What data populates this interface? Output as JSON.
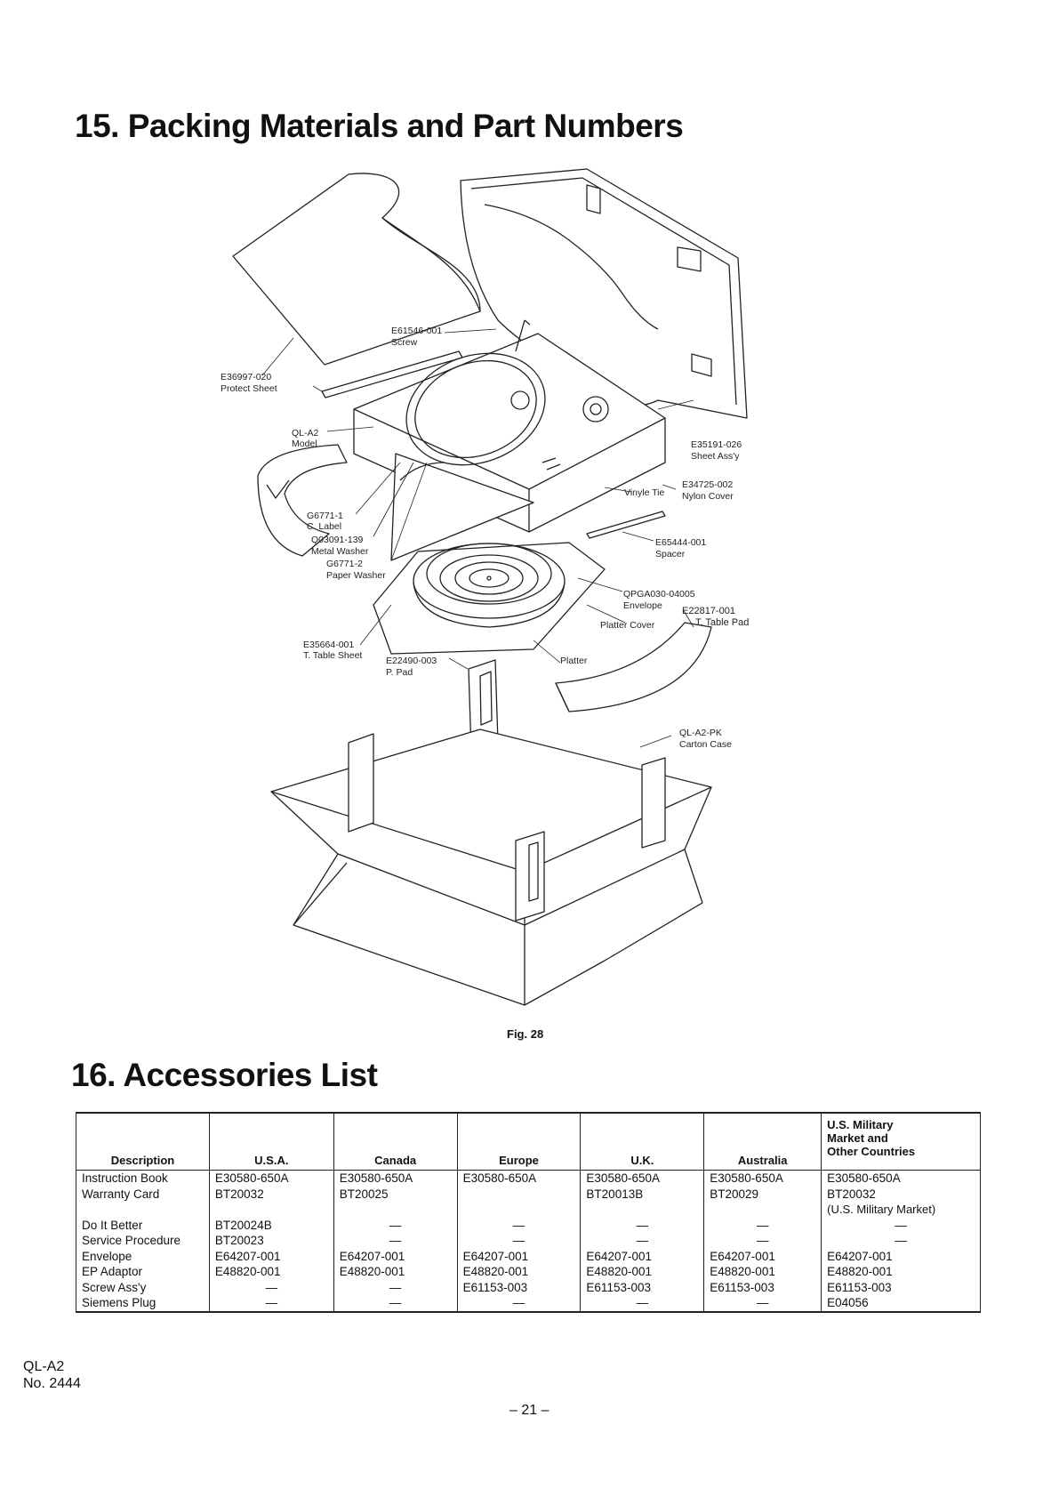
{
  "section15": {
    "title": "15. Packing Materials and Part Numbers"
  },
  "figure": {
    "caption": "Fig. 28",
    "labels": {
      "screw_part": "E61546-001",
      "screw_name": "Screw",
      "protect_part": "E36997-020",
      "protect_name": "Protect Sheet",
      "model_part": "QL-A2",
      "model_name": "Model",
      "sheet_part": "E35191-026",
      "sheet_name": "Sheet Ass'y",
      "vinyle_tie": "Vinyle Tie",
      "nylon_part": "E34725-002",
      "nylon_name": "Nylon Cover",
      "clabel_part": "G6771-1",
      "clabel_name": "C. Label",
      "mwasher_part": "Q03091-139",
      "mwasher_name": "Metal Washer",
      "pwasher_part": "G6771-2",
      "pwasher_name": "Paper Washer",
      "spacer_part": "E65444-001",
      "spacer_name": "Spacer",
      "envelope_part": "QPGA030-04005",
      "envelope_name": "Envelope",
      "ttpad_part": "E22817-001",
      "ttpad_name": "T. Table Pad",
      "platter_cover": "Platter Cover",
      "ttsheet_part": "E35664-001",
      "ttsheet_name": "T. Table Sheet",
      "ppad_part": "E22490-003",
      "ppad_name": "P. Pad",
      "platter": "Platter",
      "carton_part": "QL-A2-PK",
      "carton_name": "Carton Case"
    }
  },
  "section16": {
    "title": "16. Accessories List"
  },
  "table": {
    "headers": {
      "description": "Description",
      "usa": "U.S.A.",
      "canada": "Canada",
      "europe": "Europe",
      "uk": "U.K.",
      "australia": "Australia",
      "military_1": "U.S. Military",
      "military_2": "Market and",
      "military_3": "Other Countries"
    },
    "rows": [
      {
        "desc": "Instruction Book",
        "usa": "E30580-650A",
        "canada": "E30580-650A",
        "europe": "E30580-650A",
        "uk": "E30580-650A",
        "australia": "E30580-650A",
        "military": "E30580-650A",
        "military_note": ""
      },
      {
        "desc": "Warranty Card",
        "usa": "BT20032",
        "canada": "BT20025",
        "europe": "",
        "uk": "BT20013B",
        "australia": "BT20029",
        "military": "BT20032",
        "military_note": "(U.S. Military Market)"
      },
      {
        "desc": "Do It Better",
        "usa": "BT20024B",
        "canada": "—",
        "europe": "—",
        "uk": "—",
        "australia": "—",
        "military": "—",
        "military_note": ""
      },
      {
        "desc": "Service Procedure",
        "usa": "BT20023",
        "canada": "—",
        "europe": "—",
        "uk": "—",
        "australia": "—",
        "military": "—",
        "military_note": ""
      },
      {
        "desc": "Envelope",
        "usa": "E64207-001",
        "canada": "E64207-001",
        "europe": "E64207-001",
        "uk": "E64207-001",
        "australia": "E64207-001",
        "military": "E64207-001",
        "military_note": ""
      },
      {
        "desc": "EP Adaptor",
        "usa": "E48820-001",
        "canada": "E48820-001",
        "europe": "E48820-001",
        "uk": "E48820-001",
        "australia": "E48820-001",
        "military": "E48820-001",
        "military_note": ""
      },
      {
        "desc": "Screw Ass'y",
        "usa": "—",
        "canada": "—",
        "europe": "E61153-003",
        "uk": "E61153-003",
        "australia": "E61153-003",
        "military": "E61153-003",
        "military_note": ""
      },
      {
        "desc": "Siemens Plug",
        "usa": "—",
        "canada": "—",
        "europe": "—",
        "uk": "—",
        "australia": "—",
        "military": "E04056",
        "military_note": ""
      }
    ]
  },
  "footer": {
    "model": "QL-A2",
    "doc_no": "No. 2444",
    "page": "– 21 –"
  }
}
